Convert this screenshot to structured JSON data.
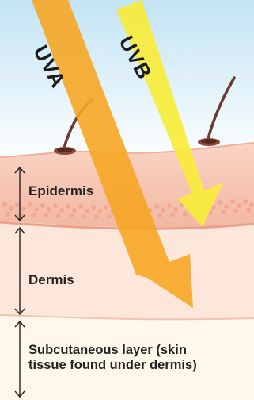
{
  "layers": {
    "epidermis": "Epidermis",
    "dermis": "Dermis",
    "subcutaneous_line1": "Subcutaneous layer (skin",
    "subcutaneous_line2": "tissue found under dermis)"
  },
  "rays": {
    "uva": "UVA",
    "uvb": "UVB"
  },
  "colors": {
    "sky_top": "#c7e6f6",
    "sky_bottom": "#ffffff",
    "epidermis": "#f6c4b0",
    "dermis": "#fde8dc",
    "subcutaneous": "#fff8ea",
    "uva": "#f6a623",
    "uvb": "#f7ee3c"
  }
}
